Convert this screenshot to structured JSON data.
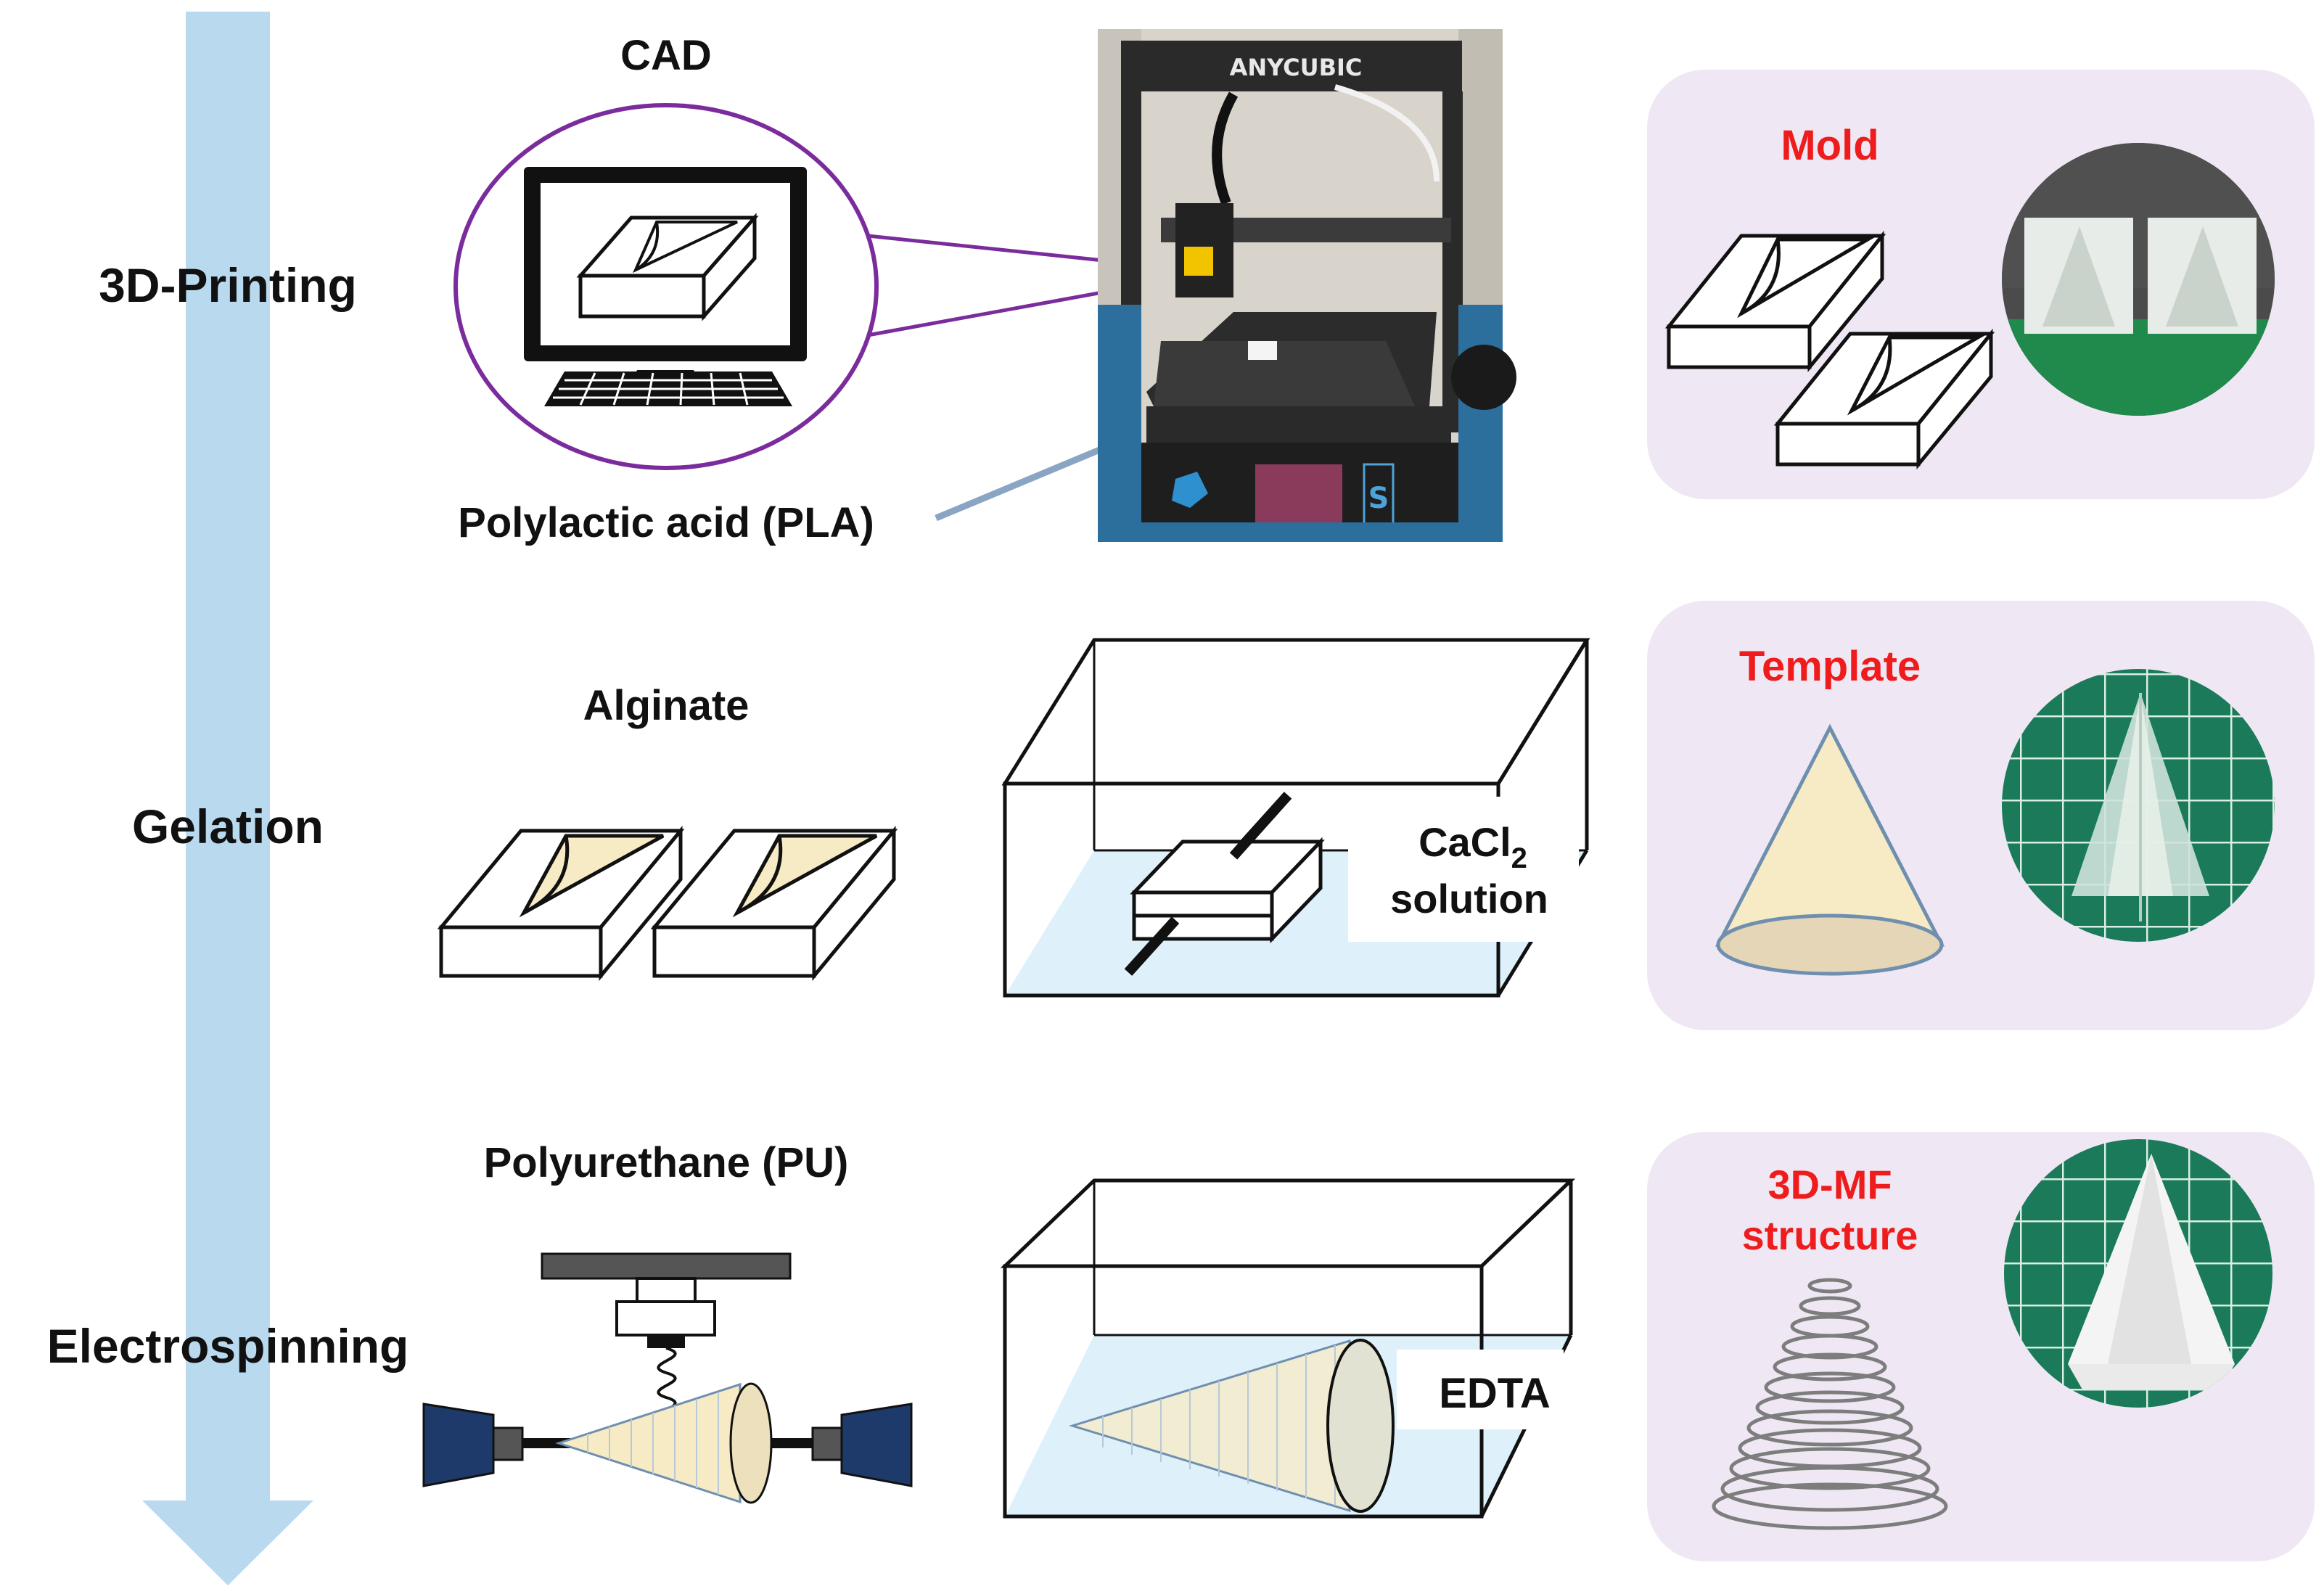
{
  "stages": {
    "printing": "3D-Printing",
    "gelation": "Gelation",
    "electrospinning": "Electrospinning"
  },
  "row1": {
    "cad_label": "CAD",
    "pla_label": "Polylactic acid (PLA)",
    "printer_brand": "ANYCUBIC",
    "printer_panel_mark": "S",
    "result_label": "Mold"
  },
  "row2": {
    "alginate_label": "Alginate",
    "bath_label_line1": "CaCl",
    "bath_label_subscript": "2",
    "bath_label_line2": "solution",
    "result_label": "Template"
  },
  "row3": {
    "pu_label": "Polyurethane (PU)",
    "bath_label": "EDTA",
    "result_label_line1": "3D-MF",
    "result_label_line2": "structure"
  },
  "colors": {
    "arrow": "#b9d9ef",
    "panel": "#efe8f4",
    "accent_red": "#ee1c1c",
    "cad_circle": "#7b2c9c",
    "gel_fill": "#f7ebc6",
    "water": "#def1fb",
    "collector": "#1d3a6b",
    "photo_green": "#1a7a59"
  }
}
